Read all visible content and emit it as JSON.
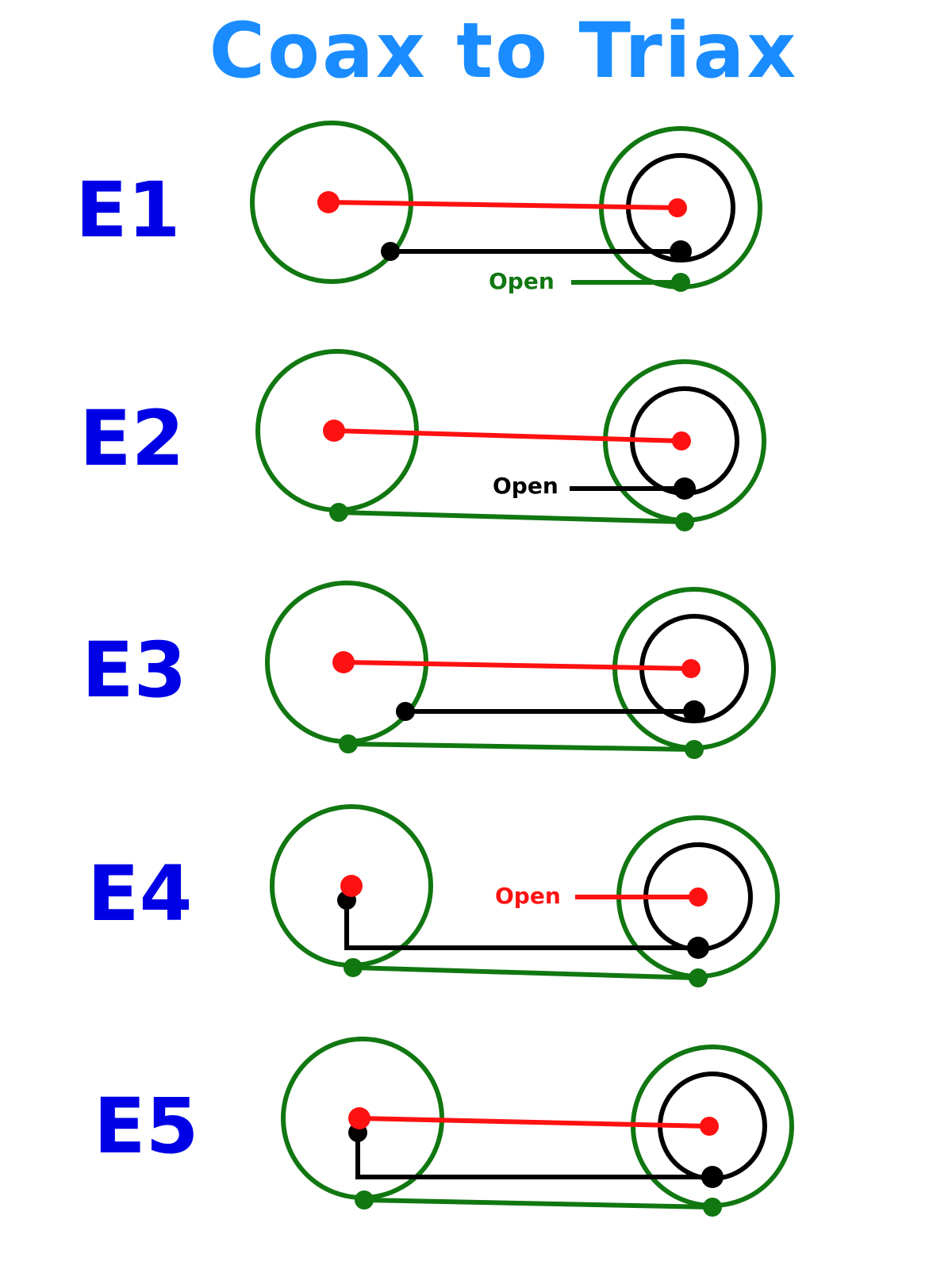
{
  "title": "Coax to Triax",
  "colors": {
    "title": "#1a8cff",
    "row_label": "#0000e6",
    "shield": "#117711",
    "center": "#ff1111",
    "guard": "#000000",
    "background": "#ffffff"
  },
  "rows": [
    {
      "label": "E1",
      "center": "connected",
      "guard": "connected",
      "shield": "open",
      "open_label": "Open",
      "open_wire": "shield",
      "coax_guard_dot": true
    },
    {
      "label": "E2",
      "center": "connected",
      "guard": "open",
      "shield": "connected",
      "open_label": "Open",
      "open_wire": "guard",
      "coax_guard_dot": false
    },
    {
      "label": "E3",
      "center": "connected",
      "guard": "connected",
      "shield": "connected",
      "open_label": "",
      "open_wire": "",
      "coax_guard_dot": true
    },
    {
      "label": "E4",
      "center": "open",
      "guard": "connected",
      "shield": "connected",
      "open_label": "Open",
      "open_wire": "center",
      "coax_guard_dot": true,
      "guard_tied_to_center": true
    },
    {
      "label": "E5",
      "center": "connected",
      "guard": "connected",
      "shield": "connected",
      "open_label": "",
      "open_wire": "",
      "coax_guard_dot": true,
      "guard_tied_to_center": true
    }
  ]
}
